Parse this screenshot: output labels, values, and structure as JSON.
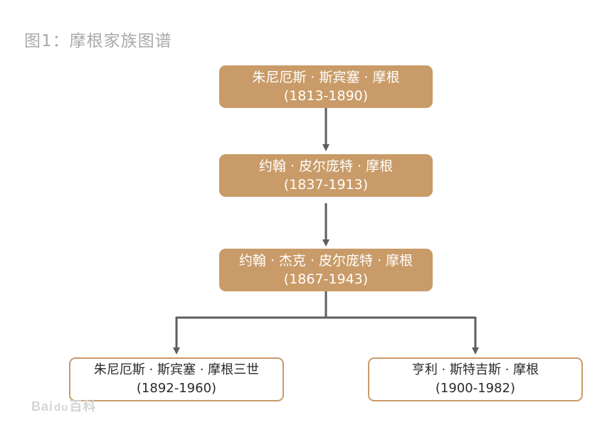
{
  "title": "图1：摩根家族图谱",
  "nodes": [
    {
      "name": "朱尼厄斯 · 斯宾塞 · 摩根",
      "years": "(1813-1890)"
    },
    {
      "name": "约翰 · 皮尔庞特 · 摩根",
      "years": "(1837-1913)"
    },
    {
      "name": "约翰 · 杰克 · 皮尔庞特 · 摩根",
      "years": "(1867-1943)"
    },
    {
      "name": "朱尼厄斯 · 斯宾塞 · 摩根三世",
      "years": "(1892-1960)"
    },
    {
      "name": "亨利 · 斯特吉斯 · 摩根",
      "years": "(1900-1982)"
    }
  ],
  "watermark": {
    "brand": "Bai",
    "paw": "du",
    "suffix": "百科"
  },
  "colors": {
    "node_fill": "#c99b68",
    "node_border": "#c99b68",
    "connector": "#5e5e5e",
    "title": "#a9a9a9"
  }
}
